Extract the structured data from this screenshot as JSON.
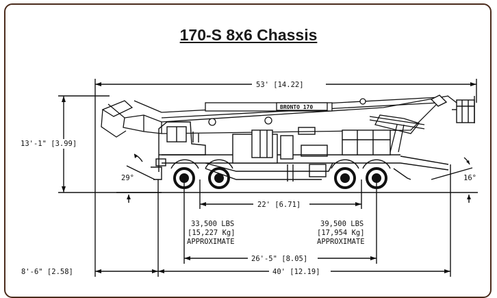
{
  "title": "170-S 8x6 Chassis",
  "dimensions": {
    "overall_length": "53' [14.22]",
    "height": "13'-1\" [3.99]",
    "angle_front": "29°",
    "angle_rear": "16°",
    "wheelbase": "22' [6.71]",
    "front_axle_load": "33,500 LBS",
    "front_axle_load_kg": "[15,227 Kg]",
    "front_axle_note": "APPROXIMATE",
    "rear_axle_load": "39,500 LBS",
    "rear_axle_load_kg": "[17,954 Kg]",
    "rear_axle_note": "APPROXIMATE",
    "axle_spread": "26'-5\" [8.05]",
    "overhang": "8'-6\" [2.58]",
    "chassis_length": "40' [12.19]"
  },
  "boom_label": "BRONTO 170"
}
